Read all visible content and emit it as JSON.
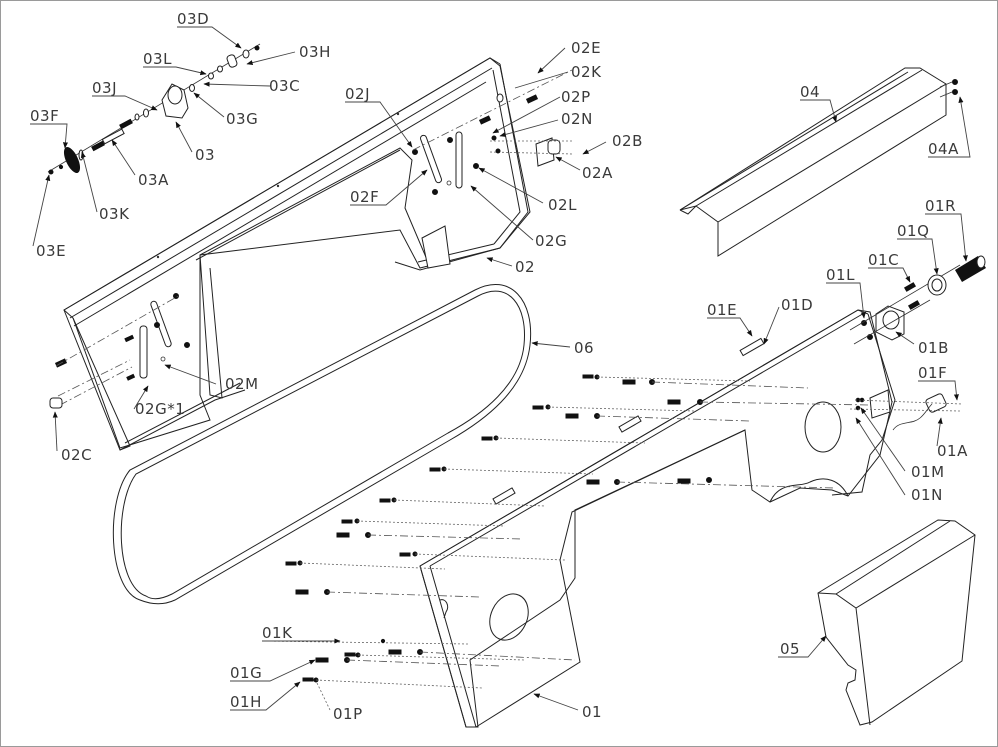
{
  "diagram": {
    "type": "exploded-assembly-drawing",
    "colors": {
      "line": "#222222",
      "label": "#3a3a3a",
      "frame": "#9a9a9a",
      "background": "#ffffff"
    },
    "callouts": {
      "p03D": "03D",
      "p03H": "03H",
      "p03L": "03L",
      "p03C": "03C",
      "p03J": "03J",
      "p03G": "03G",
      "p03F": "03F",
      "p03": "03",
      "p03A": "03A",
      "p03K": "03K",
      "p03E": "03E",
      "p02E": "02E",
      "p02K": "02K",
      "p02J": "02J",
      "p02P": "02P",
      "p02N": "02N",
      "p02B": "02B",
      "p02A": "02A",
      "p02F": "02F",
      "p02L": "02L",
      "p02G": "02G",
      "p02": "02",
      "p02M": "02M",
      "p02G1": "02G*1",
      "p02C": "02C",
      "p04": "04",
      "p04A": "04A",
      "p01R": "01R",
      "p01Q": "01Q",
      "p01C": "01C",
      "p01L": "01L",
      "p01E": "01E",
      "p01D": "01D",
      "p01B": "01B",
      "p01F": "01F",
      "p01A": "01A",
      "p01M": "01M",
      "p01N": "01N",
      "p06": "06",
      "p05": "05",
      "p01K": "01K",
      "p01G": "01G",
      "p01H": "01H",
      "p01P": "01P",
      "p01": "01"
    }
  }
}
